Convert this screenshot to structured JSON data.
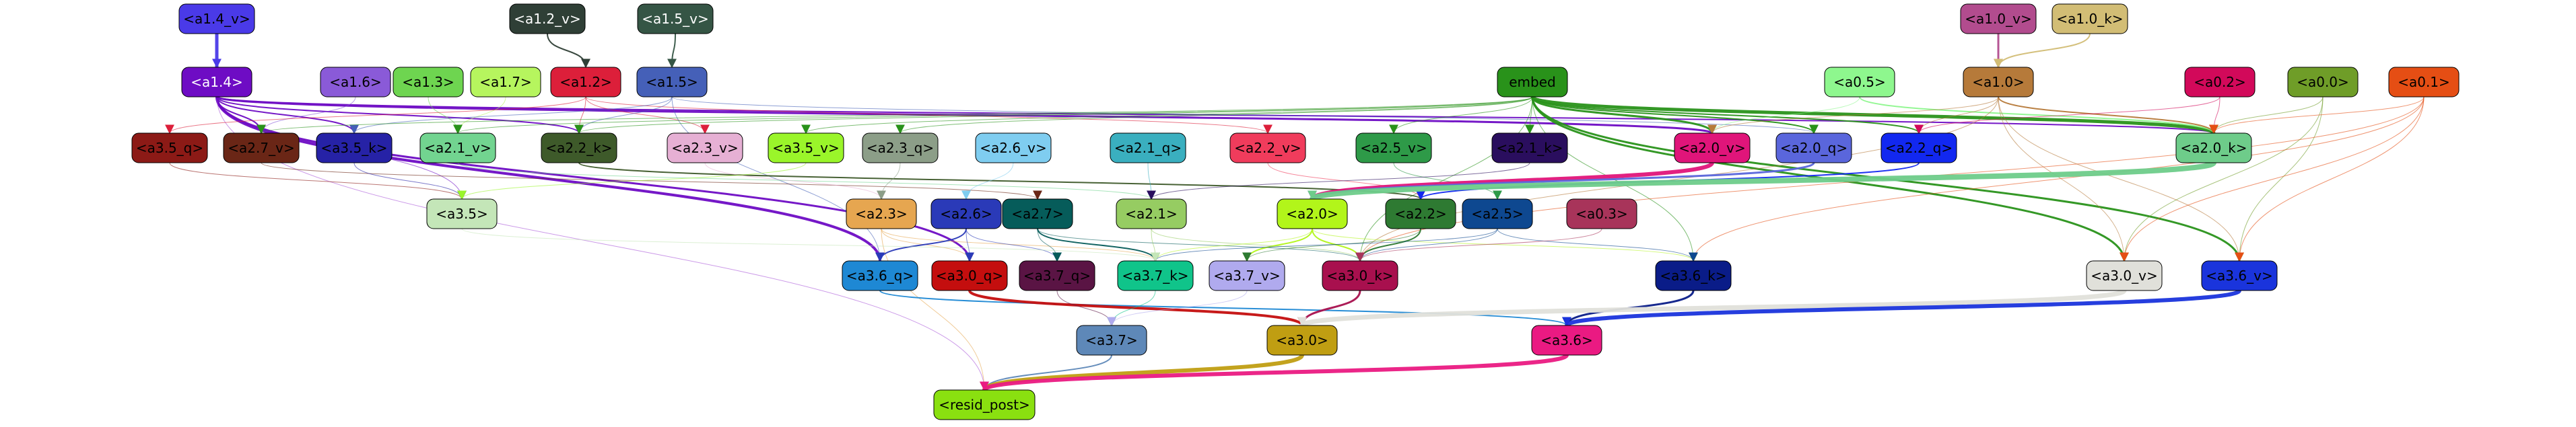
{
  "nodes": [
    {
      "id": "a1_4_v",
      "label": "<a1.4_v>",
      "fill": "#4a3ae8",
      "text": "#000000",
      "row": 0,
      "col": 0
    },
    {
      "id": "a1_2_v",
      "label": "<a1.2_v>",
      "fill": "#2f3f36",
      "text": "#ffffff",
      "row": 0,
      "col": 1
    },
    {
      "id": "a1_5_v",
      "label": "<a1.5_v>",
      "fill": "#355545",
      "text": "#ffffff",
      "row": 0,
      "col": 2
    },
    {
      "id": "a1_0_v",
      "label": "<a1.0_v>",
      "fill": "#b24c8e",
      "text": "#000000",
      "row": 0,
      "col": 3
    },
    {
      "id": "a1_0_k",
      "label": "<a1.0_k>",
      "fill": "#d2bd75",
      "text": "#000000",
      "row": 0,
      "col": 4
    },
    {
      "id": "a1_4",
      "label": "<a1.4>",
      "fill": "#6e0cc4",
      "text": "#ffffff",
      "row": 1,
      "col": 0
    },
    {
      "id": "a1_6",
      "label": "<a1.6>",
      "fill": "#8a5ad8",
      "text": "#000000",
      "row": 1,
      "col": 1
    },
    {
      "id": "a1_3",
      "label": "<a1.3>",
      "fill": "#6ed550",
      "text": "#000000",
      "row": 1,
      "col": 2
    },
    {
      "id": "a1_7",
      "label": "<a1.7>",
      "fill": "#b6f55e",
      "text": "#000000",
      "row": 1,
      "col": 3
    },
    {
      "id": "a1_2",
      "label": "<a1.2>",
      "fill": "#dc1f3a",
      "text": "#000000",
      "row": 1,
      "col": 4
    },
    {
      "id": "a1_5",
      "label": "<a1.5>",
      "fill": "#4560b8",
      "text": "#000000",
      "row": 1,
      "col": 5
    },
    {
      "id": "embed",
      "label": "embed",
      "fill": "#29921a",
      "text": "#000000",
      "row": 1,
      "col": 6
    },
    {
      "id": "a0_5",
      "label": "<a0.5>",
      "fill": "#8ef78e",
      "text": "#000000",
      "row": 1,
      "col": 7
    },
    {
      "id": "a1_0",
      "label": "<a1.0>",
      "fill": "#b67a3a",
      "text": "#000000",
      "row": 1,
      "col": 8
    },
    {
      "id": "a0_2",
      "label": "<a0.2>",
      "fill": "#d2095a",
      "text": "#000000",
      "row": 1,
      "col": 9
    },
    {
      "id": "a0_0",
      "label": "<a0.0>",
      "fill": "#6f9d28",
      "text": "#000000",
      "row": 1,
      "col": 10
    },
    {
      "id": "a0_1",
      "label": "<a0.1>",
      "fill": "#e54e14",
      "text": "#000000",
      "row": 1,
      "col": 11
    },
    {
      "id": "a3_5_q",
      "label": "<a3.5_q>",
      "fill": "#8c1a16",
      "text": "#000000",
      "row": 2,
      "col": 0
    },
    {
      "id": "a2_7_v",
      "label": "<a2.7_v>",
      "fill": "#6a2616",
      "text": "#000000",
      "row": 2,
      "col": 1
    },
    {
      "id": "a3_5_k",
      "label": "<a3.5_k>",
      "fill": "#2622a6",
      "text": "#000000",
      "row": 2,
      "col": 2
    },
    {
      "id": "a2_1_v",
      "label": "<a2.1_v>",
      "fill": "#72d490",
      "text": "#000000",
      "row": 2,
      "col": 3
    },
    {
      "id": "a2_2_k",
      "label": "<a2.2_k>",
      "fill": "#3e5a2a",
      "text": "#000000",
      "row": 2,
      "col": 4
    },
    {
      "id": "a2_3_v",
      "label": "<a2.3_v>",
      "fill": "#e6b0d4",
      "text": "#000000",
      "row": 2,
      "col": 5
    },
    {
      "id": "a3_5_v",
      "label": "<a3.5_v>",
      "fill": "#9af52a",
      "text": "#000000",
      "row": 2,
      "col": 6
    },
    {
      "id": "a2_3_q",
      "label": "<a2.3_q>",
      "fill": "#8c9e88",
      "text": "#000000",
      "row": 2,
      "col": 7
    },
    {
      "id": "a2_6_v",
      "label": "<a2.6_v>",
      "fill": "#7fcdf0",
      "text": "#000000",
      "row": 2,
      "col": 8
    },
    {
      "id": "a2_1_q",
      "label": "<a2.1_q>",
      "fill": "#3aafbf",
      "text": "#000000",
      "row": 2,
      "col": 9
    },
    {
      "id": "a2_2_v",
      "label": "<a2.2_v>",
      "fill": "#f03c5c",
      "text": "#000000",
      "row": 2,
      "col": 10
    },
    {
      "id": "a2_5_v",
      "label": "<a2.5_v>",
      "fill": "#2e9a48",
      "text": "#000000",
      "row": 2,
      "col": 11
    },
    {
      "id": "a2_1_k",
      "label": "<a2.1_k>",
      "fill": "#2a0e5e",
      "text": "#000000",
      "row": 2,
      "col": 12
    },
    {
      "id": "a2_0_v",
      "label": "<a2.0_v>",
      "fill": "#e0157a",
      "text": "#000000",
      "row": 2,
      "col": 13
    },
    {
      "id": "a2_0_q",
      "label": "<a2.0_q>",
      "fill": "#5a66dc",
      "text": "#000000",
      "row": 2,
      "col": 14
    },
    {
      "id": "a2_2_q",
      "label": "<a2.2_q>",
      "fill": "#1228f0",
      "text": "#000000",
      "row": 2,
      "col": 15
    },
    {
      "id": "a2_0_k",
      "label": "<a2.0_k>",
      "fill": "#6ecc8a",
      "text": "#000000",
      "row": 2,
      "col": 16
    },
    {
      "id": "a3_5",
      "label": "<a3.5>",
      "fill": "#c4e6b8",
      "text": "#000000",
      "row": 3,
      "col": 0
    },
    {
      "id": "a2_3",
      "label": "<a2.3>",
      "fill": "#e6a650",
      "text": "#000000",
      "row": 3,
      "col": 1
    },
    {
      "id": "a2_6",
      "label": "<a2.6>",
      "fill": "#2a3ab8",
      "text": "#000000",
      "row": 3,
      "col": 2
    },
    {
      "id": "a2_7",
      "label": "<a2.7>",
      "fill": "#065c5a",
      "text": "#000000",
      "row": 3,
      "col": 3
    },
    {
      "id": "a2_1",
      "label": "<a2.1>",
      "fill": "#96cc62",
      "text": "#000000",
      "row": 3,
      "col": 4
    },
    {
      "id": "a2_0",
      "label": "<a2.0>",
      "fill": "#b2f51a",
      "text": "#000000",
      "row": 3,
      "col": 5
    },
    {
      "id": "a2_2",
      "label": "<a2.2>",
      "fill": "#2e7a32",
      "text": "#000000",
      "row": 3,
      "col": 6
    },
    {
      "id": "a2_5",
      "label": "<a2.5>",
      "fill": "#0e4890",
      "text": "#000000",
      "row": 3,
      "col": 7
    },
    {
      "id": "a0_3",
      "label": "<a0.3>",
      "fill": "#a8345a",
      "text": "#000000",
      "row": 3,
      "col": 8
    },
    {
      "id": "a3_6_q",
      "label": "<a3.6_q>",
      "fill": "#1e88d4",
      "text": "#000000",
      "row": 4,
      "col": 0
    },
    {
      "id": "a3_0_q",
      "label": "<a3.0_q>",
      "fill": "#c40e0e",
      "text": "#000000",
      "row": 4,
      "col": 1
    },
    {
      "id": "a3_7_q",
      "label": "<a3.7_q>",
      "fill": "#5a1444",
      "text": "#000000",
      "row": 4,
      "col": 2
    },
    {
      "id": "a3_7_k",
      "label": "<a3.7_k>",
      "fill": "#10c48a",
      "text": "#000000",
      "row": 4,
      "col": 3
    },
    {
      "id": "a3_7_v",
      "label": "<a3.7_v>",
      "fill": "#b0aaee",
      "text": "#000000",
      "row": 4,
      "col": 4
    },
    {
      "id": "a3_0_k",
      "label": "<a3.0_k>",
      "fill": "#a8104e",
      "text": "#000000",
      "row": 4,
      "col": 5
    },
    {
      "id": "a3_6_k",
      "label": "<a3.6_k>",
      "fill": "#0a1c88",
      "text": "#000000",
      "row": 4,
      "col": 6
    },
    {
      "id": "a3_0_v",
      "label": "<a3.0_v>",
      "fill": "#e0e0da",
      "text": "#000000",
      "row": 4,
      "col": 7
    },
    {
      "id": "a3_6_v",
      "label": "<a3.6_v>",
      "fill": "#1a34dc",
      "text": "#000000",
      "row": 4,
      "col": 8
    },
    {
      "id": "a3_7",
      "label": "<a3.7>",
      "fill": "#5e88b8",
      "text": "#000000",
      "row": 5,
      "col": 0
    },
    {
      "id": "a3_0",
      "label": "<a3.0>",
      "fill": "#c09e12",
      "text": "#000000",
      "row": 5,
      "col": 1
    },
    {
      "id": "a3_6",
      "label": "<a3.6>",
      "fill": "#ea1a82",
      "text": "#000000",
      "row": 5,
      "col": 2
    },
    {
      "id": "resid_post",
      "label": "<resid_post>",
      "fill": "#8ae010",
      "text": "#000000",
      "row": 6,
      "col": 0
    }
  ],
  "edges": [
    [
      "a1_4_v",
      "a1_4",
      "#4a3ae8",
      5
    ],
    [
      "a1_2_v",
      "a1_2",
      "#2f3f36",
      2
    ],
    [
      "a1_5_v",
      "a1_5",
      "#355545",
      2
    ],
    [
      "a1_0_v",
      "a1_0",
      "#b24c8e",
      3
    ],
    [
      "a1_0_k",
      "a1_0",
      "#d2bd75",
      2
    ],
    [
      "a1_4",
      "a3_6_q",
      "#6e0cc4",
      4
    ],
    [
      "a1_4",
      "a3_0_q",
      "#6e0cc4",
      3
    ],
    [
      "a1_4",
      "a2_7_v",
      "#6e0cc4",
      2
    ],
    [
      "a1_4",
      "a2_0_v",
      "#6e0cc4",
      3
    ],
    [
      "a1_4",
      "resid_post",
      "#a855d8",
      1
    ],
    [
      "a1_4",
      "a3_5",
      "#6e0cc4",
      1
    ],
    [
      "a1_4",
      "a2_2_k",
      "#6e0cc4",
      2
    ],
    [
      "a1_4",
      "a3_5_k",
      "#6e0cc4",
      2
    ],
    [
      "a1_4",
      "a2_0_k",
      "#6e0cc4",
      2
    ],
    [
      "a1_6",
      "a2_7_v",
      "#8a5ad8",
      1
    ],
    [
      "a1_3",
      "a2_1_v",
      "#6ed550",
      1
    ],
    [
      "a1_7",
      "a2_1_v",
      "#b6f55e",
      1
    ],
    [
      "a1_2",
      "a3_5_q",
      "#dc1f3a",
      1
    ],
    [
      "a1_2",
      "a2_3_v",
      "#dc1f3a",
      1
    ],
    [
      "a1_2",
      "a2_2_v",
      "#dc1f3a",
      1
    ],
    [
      "a1_2",
      "a2_2_k",
      "#dc1f3a",
      1
    ],
    [
      "a1_5",
      "a2_2_k",
      "#4560b8",
      1
    ],
    [
      "a1_5",
      "a3_5_k",
      "#4560b8",
      1
    ],
    [
      "a1_5",
      "a3_6_q",
      "#4560b8",
      1
    ],
    [
      "a1_5",
      "a2_0_q",
      "#4560b8",
      1
    ],
    [
      "embed",
      "a2_0_k",
      "#29921a",
      5
    ],
    [
      "embed",
      "a3_6_v",
      "#29921a",
      3
    ],
    [
      "embed",
      "a3_0_v",
      "#29921a",
      3
    ],
    [
      "embed",
      "a2_0_v",
      "#29921a",
      3
    ],
    [
      "embed",
      "a2_2_q",
      "#29921a",
      2
    ],
    [
      "embed",
      "a2_0_q",
      "#29921a",
      2
    ],
    [
      "embed",
      "a2_1_k",
      "#29921a",
      1
    ],
    [
      "embed",
      "a2_5_v",
      "#29921a",
      1
    ],
    [
      "embed",
      "a3_5_v",
      "#29921a",
      1
    ],
    [
      "embed",
      "a2_7_v",
      "#29921a",
      1
    ],
    [
      "embed",
      "a2_2_k",
      "#29921a",
      1
    ],
    [
      "embed",
      "a3_0_k",
      "#29921a",
      1
    ],
    [
      "embed",
      "a3_6_k",
      "#29921a",
      1
    ],
    [
      "embed",
      "a2_1_v",
      "#29921a",
      1
    ],
    [
      "embed",
      "a2_3_q",
      "#29921a",
      1
    ],
    [
      "a0_5",
      "a2_0_k",
      "#8ef78e",
      2
    ],
    [
      "a0_5",
      "a2_0_v",
      "#8ef78e",
      1
    ],
    [
      "a1_0",
      "a2_0_k",
      "#b67a3a",
      2
    ],
    [
      "a1_0",
      "a2_2_q",
      "#b67a3a",
      1
    ],
    [
      "a1_0",
      "a2_0_v",
      "#b67a3a",
      1
    ],
    [
      "a1_0",
      "a3_0_v",
      "#b67a3a",
      1
    ],
    [
      "a1_0",
      "a3_6_v",
      "#b67a3a",
      1
    ],
    [
      "a1_0",
      "a3_0_k",
      "#b67a3a",
      1
    ],
    [
      "a0_2",
      "a2_0_k",
      "#d2095a",
      1
    ],
    [
      "a0_2",
      "a2_2_q",
      "#d2095a",
      1
    ],
    [
      "a0_0",
      "a2_0_k",
      "#6f9d28",
      1
    ],
    [
      "a0_0",
      "a3_6_v",
      "#6f9d28",
      1
    ],
    [
      "a0_0",
      "a3_0_v",
      "#6f9d28",
      1
    ],
    [
      "a0_1",
      "a2_0_k",
      "#e54e14",
      1
    ],
    [
      "a0_1",
      "a3_6_v",
      "#e54e14",
      1
    ],
    [
      "a0_1",
      "a3_0_v",
      "#e54e14",
      1
    ],
    [
      "a0_1",
      "a3_6_k",
      "#e54e14",
      1
    ],
    [
      "a0_1",
      "a3_0_k",
      "#e54e14",
      1
    ],
    [
      "a3_5_q",
      "a3_5",
      "#8c1a16",
      1
    ],
    [
      "a2_7_v",
      "a2_7",
      "#6a2616",
      1
    ],
    [
      "a3_5_k",
      "a3_5",
      "#2622a6",
      1
    ],
    [
      "a2_1_v",
      "a2_1",
      "#72d490",
      1
    ],
    [
      "a2_2_k",
      "a2_2",
      "#3e5a2a",
      2
    ],
    [
      "a2_3_v",
      "a2_3",
      "#e6b0d4",
      1
    ],
    [
      "a3_5_v",
      "a3_5",
      "#9af52a",
      1
    ],
    [
      "a2_3_q",
      "a2_3",
      "#8c9e88",
      1
    ],
    [
      "a2_6_v",
      "a2_6",
      "#7fcdf0",
      1
    ],
    [
      "a2_1_q",
      "a2_1",
      "#3aafbf",
      1
    ],
    [
      "a2_2_v",
      "a2_2",
      "#f03c5c",
      1
    ],
    [
      "a2_5_v",
      "a2_5",
      "#2e9a48",
      1
    ],
    [
      "a2_1_k",
      "a2_1",
      "#2a0e5e",
      1
    ],
    [
      "a2_0_v",
      "a2_0",
      "#e0157a",
      6
    ],
    [
      "a2_0_q",
      "a2_0",
      "#5a66dc",
      3
    ],
    [
      "a2_2_q",
      "a2_2",
      "#1228f0",
      2
    ],
    [
      "a2_0_k",
      "a2_0",
      "#6ecc8a",
      8
    ],
    [
      "a2_3",
      "a3_7_k",
      "#e6a650",
      1
    ],
    [
      "a2_3",
      "a3_0_q",
      "#e6a650",
      1
    ],
    [
      "a2_3",
      "resid_post",
      "#e6a650",
      1
    ],
    [
      "a2_6",
      "a3_6_q",
      "#2a3ab8",
      2
    ],
    [
      "a2_6",
      "a3_0_q",
      "#2a3ab8",
      1
    ],
    [
      "a2_6",
      "a3_7_q",
      "#2a3ab8",
      1
    ],
    [
      "a2_7",
      "a3_7_k",
      "#065c5a",
      2
    ],
    [
      "a2_7",
      "a3_7_q",
      "#065c5a",
      1
    ],
    [
      "a2_7",
      "a3_0_k",
      "#065c5a",
      1
    ],
    [
      "a2_1",
      "a3_7_k",
      "#96cc62",
      1
    ],
    [
      "a2_1",
      "a3_0_k",
      "#96cc62",
      1
    ],
    [
      "a2_0",
      "a3_0_k",
      "#b2f51a",
      2
    ],
    [
      "a2_0",
      "a3_7_v",
      "#b2f51a",
      2
    ],
    [
      "a2_0",
      "a3_6_k",
      "#b2f51a",
      1
    ],
    [
      "a2_0",
      "a3_7_k",
      "#b2f51a",
      1
    ],
    [
      "a2_2",
      "a3_0_k",
      "#2e7a32",
      2
    ],
    [
      "a2_2",
      "a3_7_v",
      "#2e7a32",
      1
    ],
    [
      "a2_5",
      "a3_0_k",
      "#0e4890",
      1
    ],
    [
      "a2_5",
      "a3_6_k",
      "#0e4890",
      1
    ],
    [
      "a2_5",
      "a3_7_k",
      "#0e4890",
      1
    ],
    [
      "a0_3",
      "a3_0_k",
      "#a8345a",
      1
    ],
    [
      "a3_5",
      "a3_7_k",
      "#c4e6b8",
      1
    ],
    [
      "a3_6_q",
      "a3_6",
      "#1e88d4",
      2
    ],
    [
      "a3_0_q",
      "a3_0",
      "#c40e0e",
      4
    ],
    [
      "a3_7_q",
      "a3_7",
      "#5a1444",
      1
    ],
    [
      "a3_7_k",
      "a3_7",
      "#10c48a",
      1
    ],
    [
      "a3_7_v",
      "a3_7",
      "#b0aaee",
      1
    ],
    [
      "a3_0_k",
      "a3_0",
      "#a8104e",
      3
    ],
    [
      "a3_6_k",
      "a3_6",
      "#0a1c88",
      3
    ],
    [
      "a3_0_v",
      "a3_0",
      "#e0e0da",
      7
    ],
    [
      "a3_6_v",
      "a3_6",
      "#1a34dc",
      6
    ],
    [
      "a3_7",
      "resid_post",
      "#5e88b8",
      2
    ],
    [
      "a3_0",
      "resid_post",
      "#c09e12",
      6
    ],
    [
      "a3_6",
      "resid_post",
      "#ea1a82",
      6
    ]
  ]
}
